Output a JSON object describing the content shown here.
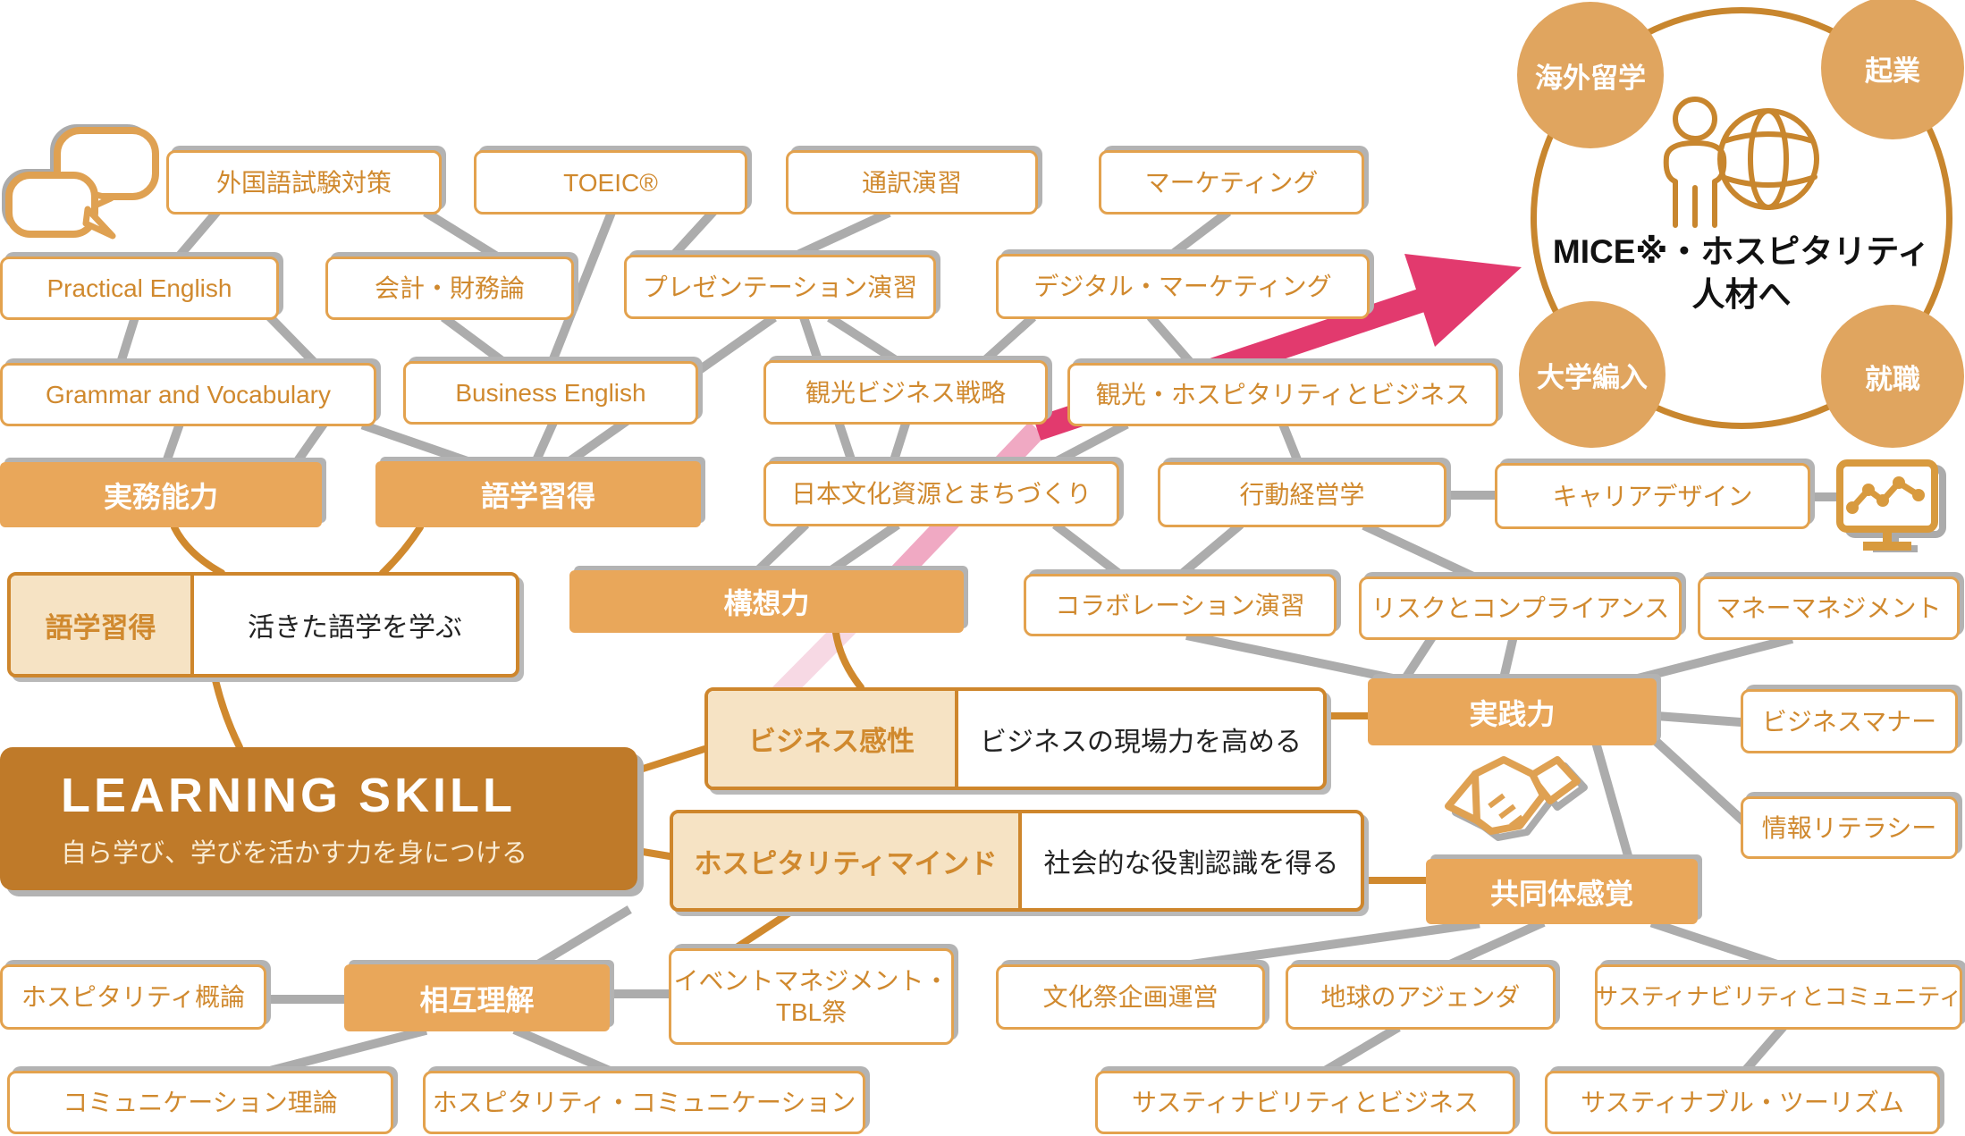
{
  "palette": {
    "box_border_orange": "#E3A24E",
    "box_text_orange": "#D0892E",
    "skill_fill": "#E9A75A",
    "pair_border": "#CE862C",
    "pair_label_bg": "#F6E3C4",
    "learning_skill_bg": "#BF7A29",
    "goal_circle_border": "#C8862E",
    "satellite_fill": "#E0A55F",
    "connector_gray": "#ACACAC",
    "arrow_magenta": "#E23A6E",
    "arrow_light_pink": "#F7D9E4"
  },
  "icons": {
    "speech_bubbles": "speech-bubbles-icon",
    "person_globe": "person-globe-icon",
    "monitor_chart": "monitor-chart-icon",
    "handshake": "handshake-icon"
  },
  "goal": {
    "line1": "MICE※・ホスピタリティ",
    "line2": "人材へ",
    "satellites": [
      "海外留学",
      "起業",
      "大学編入",
      "就職"
    ]
  },
  "skills": {
    "practical_ability": "実務能力",
    "language_acquisition": "語学習得",
    "conception": "構想力",
    "execution": "実践力",
    "community_sense": "共同体感覚",
    "mutual_understanding": "相互理解"
  },
  "pairs": [
    {
      "label": "語学習得",
      "desc": "活きた語学を学ぶ"
    },
    {
      "label": "ビジネス感性",
      "desc": "ビジネスの現場力を高める"
    },
    {
      "label": "ホスピタリティマインド",
      "desc": "社会的な役割認識を得る"
    }
  ],
  "learning_skill": {
    "title": "LEARNING SKILL",
    "subtitle": "自ら学び、学びを活かす力を身につける"
  },
  "courses": {
    "foreign_exam": "外国語試験対策",
    "toeic": "TOEIC®",
    "interpreting": "通訳演習",
    "marketing": "マーケティング",
    "practical_english": "Practical English",
    "accounting": "会計・財務論",
    "presentation": "プレゼンテーション演習",
    "digital_marketing": "デジタル・マーケティング",
    "grammar_vocabulary": "Grammar and Vocabulary",
    "business_english": "Business English",
    "tourism_strategy": "観光ビジネス戦略",
    "tourism_hospitality_business": "観光・ホスピタリティとビジネス",
    "japan_culture_town": "日本文化資源とまちづくり",
    "behavioral_management": "行動経営学",
    "career_design": "キャリアデザイン",
    "collaboration": "コラボレーション演習",
    "risk_compliance": "リスクとコンプライアンス",
    "money_management": "マネーマネジメント",
    "business_manner": "ビジネスマナー",
    "info_literacy": "情報リテラシー",
    "hospitality_intro": "ホスピタリティ概論",
    "event_line1": "イベントマネジメント・",
    "event_line2": "TBL祭",
    "school_festival": "文化祭企画運営",
    "earth_agenda": "地球のアジェンダ",
    "sustainability_community": "サスティナビリティとコミュニティ",
    "communication_theory": "コミュニケーション理論",
    "hospitality_communication": "ホスピタリティ・コミュニケーション",
    "sustainability_business": "サスティナビリティとビジネス",
    "sustainable_tourism": "サスティナブル・ツーリズム"
  }
}
